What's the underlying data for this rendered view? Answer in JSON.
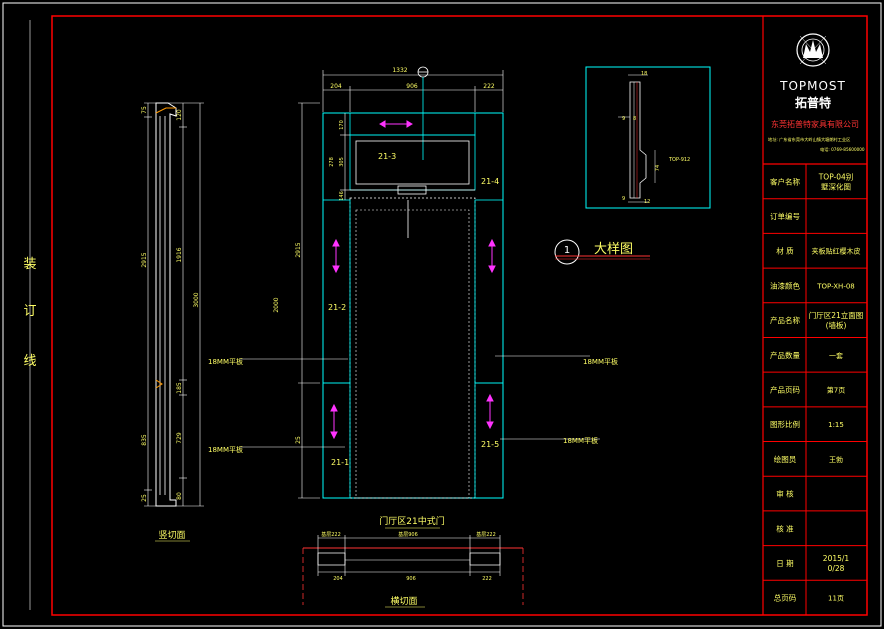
{
  "binding_margin": [
    "装",
    "订",
    "线"
  ],
  "brand": {
    "name": "TOPMOST",
    "cn_name": "拓普特",
    "company": "东莞拓普特家具有限公司",
    "address_line": "地址: 广东省东莞市大岭山镇大塘朗村工业区",
    "phone_line": "电话: 0769-85600000"
  },
  "title_block": [
    {
      "label": "客户名称",
      "value": "TOP-04别墅深化图"
    },
    {
      "label": "订单编号",
      "value": ""
    },
    {
      "label": "材    质",
      "value": "夹板贴红樱木皮"
    },
    {
      "label": "油漆颜色",
      "value": "TOP-XH-08"
    },
    {
      "label": "产品名称",
      "value": "门厅区21立面图(墙板)"
    },
    {
      "label": "产品数量",
      "value": "一套"
    },
    {
      "label": "产品页码",
      "value": "第7页"
    },
    {
      "label": "图形比例",
      "value": "1:15"
    },
    {
      "label": "绘图员",
      "value": "王勃"
    },
    {
      "label": "审    核",
      "value": ""
    },
    {
      "label": "核    准",
      "value": ""
    },
    {
      "label": "日    期",
      "value": "2015/10/28"
    },
    {
      "label": "总页码",
      "value": "11页"
    }
  ],
  "elevation": {
    "title": "门厅区21中式门",
    "dims_top": {
      "overall": "1332",
      "left": "204",
      "center": "906",
      "right": "222"
    },
    "dims_left": {
      "total": "2915",
      "top_a": "170",
      "top_b": "278",
      "top_c": "305",
      "top_d": "146",
      "mid": "2000",
      "lower": "25"
    },
    "tags": {
      "t21_3": "21-3",
      "t21_4": "21-4",
      "t21_2": "21-2",
      "t21_1": "21-1",
      "t21_5": "21-5"
    },
    "leaders": {
      "left_upper": "18MM平板",
      "left_lower": "18MM平板",
      "right_upper": "18MM平板",
      "right_lower": "18MM平板"
    }
  },
  "side_section": {
    "title": "竖切面",
    "dims": {
      "total": "2915",
      "part_a": "1916",
      "part_b": "3000",
      "d1": "75",
      "d2": "120",
      "d3": "185",
      "d4": "729",
      "d5": "835",
      "d6": "25",
      "d7": "80"
    }
  },
  "plan_section": {
    "title": "横切面",
    "dims": {
      "top_left": "基层222",
      "top_center": "基层906",
      "top_right": "基层222",
      "bot_left": "204",
      "bot_center": "906",
      "bot_right": "222"
    }
  },
  "detail": {
    "callout_number": "1",
    "callout_title": "大样图",
    "dims": {
      "top": "18",
      "left": "9",
      "mid": "8",
      "part": "TOP-912",
      "h": "74",
      "bottom": "12"
    }
  }
}
